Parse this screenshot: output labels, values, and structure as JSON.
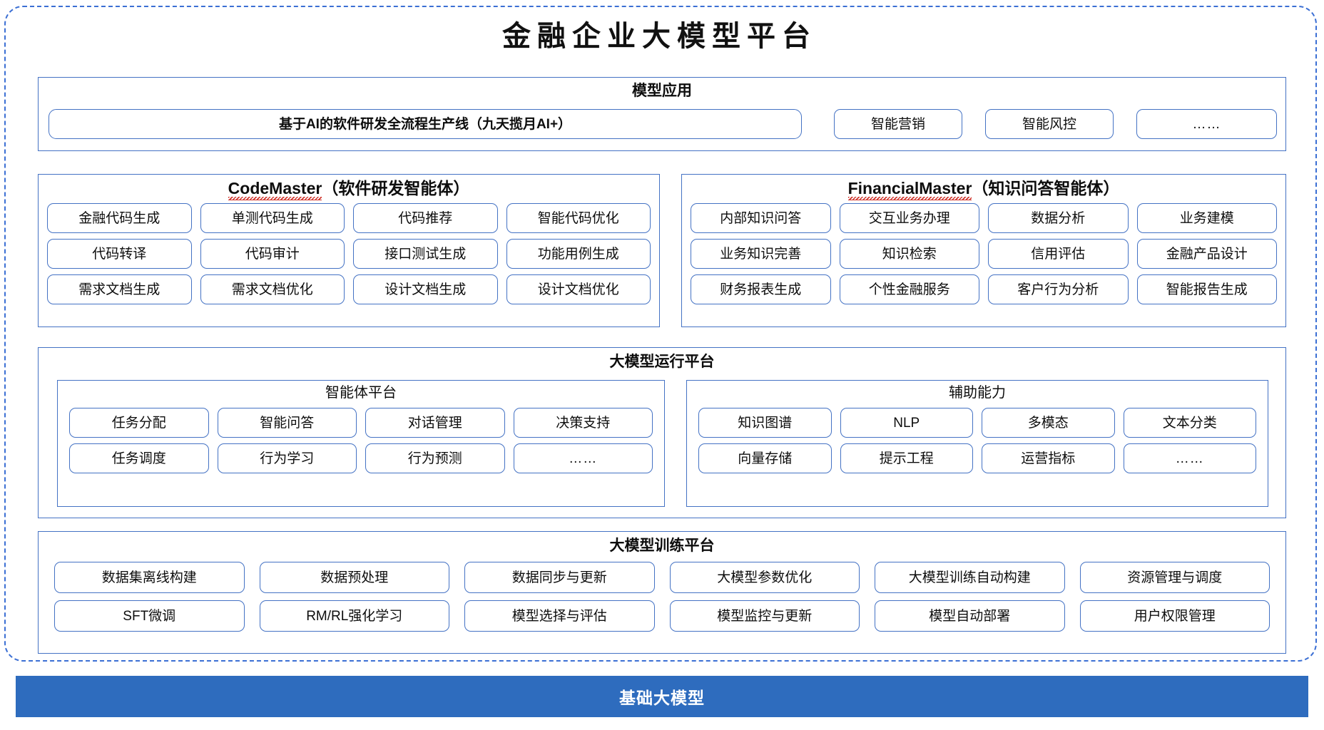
{
  "title": "金融企业大模型平台",
  "sections": {
    "apps": {
      "title": "模型应用",
      "items": [
        "基于AI的软件研发全流程生产线（九天揽月AI+）",
        "智能营销",
        "智能风控",
        "……"
      ]
    },
    "code_master": {
      "name": "CodeMaster",
      "suffix": "（软件研发智能体）",
      "items": [
        "金融代码生成",
        "单测代码生成",
        "代码推荐",
        "智能代码优化",
        "代码转译",
        "代码审计",
        "接口测试生成",
        "功能用例生成",
        "需求文档生成",
        "需求文档优化",
        "设计文档生成",
        "设计文档优化"
      ]
    },
    "financial_master": {
      "name": "FinancialMaster",
      "suffix": "（知识问答智能体）",
      "items": [
        "内部知识问答",
        "交互业务办理",
        "数据分析",
        "业务建模",
        "业务知识完善",
        "知识检索",
        "信用评估",
        "金融产品设计",
        "财务报表生成",
        "个性金融服务",
        "客户行为分析",
        "智能报告生成"
      ]
    },
    "runtime": {
      "title": "大模型运行平台",
      "agent_platform": {
        "title": "智能体平台",
        "items": [
          "任务分配",
          "智能问答",
          "对话管理",
          "决策支持",
          "任务调度",
          "行为学习",
          "行为预测",
          "……"
        ]
      },
      "assist_capability": {
        "title": "辅助能力",
        "items": [
          "知识图谱",
          "NLP",
          "多模态",
          "文本分类",
          "向量存储",
          "提示工程",
          "运营指标",
          "……"
        ]
      }
    },
    "training": {
      "title": "大模型训练平台",
      "items": [
        "数据集离线构建",
        "数据预处理",
        "数据同步与更新",
        "大模型参数优化",
        "大模型训练自动构建",
        "资源管理与调度",
        "SFT微调",
        "RM/RL强化学习",
        "模型选择与评估",
        "模型监控与更新",
        "模型自动部署",
        "用户权限管理"
      ]
    },
    "base": {
      "label": "基础大模型"
    }
  },
  "colors": {
    "frame_blue": "#3b6fd4",
    "border_blue": "#4472c4",
    "bar_blue": "#2e6cbe",
    "spell_red": "#d0342c",
    "text": "#0d0d0d"
  }
}
